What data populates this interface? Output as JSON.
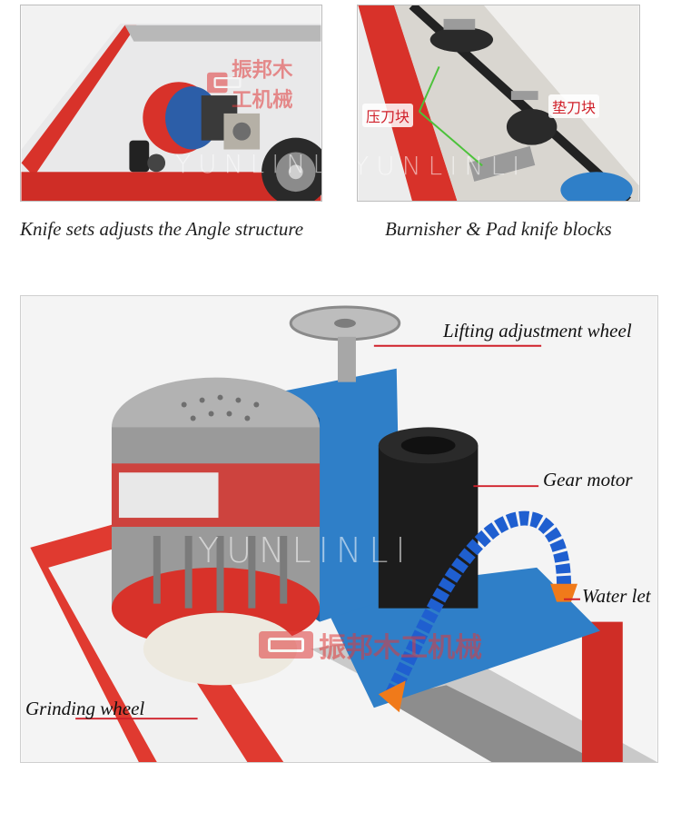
{
  "top_left": {
    "caption": "Knife sets adjusts the Angle structure"
  },
  "top_right": {
    "caption": "Burnisher & Pad knife blocks",
    "label_press_block": "压刀块",
    "label_pad_block": "垫刀块"
  },
  "main": {
    "callouts": {
      "lifting": "Lifting adjustment wheel",
      "gear_motor": "Gear motor",
      "water": "Water let",
      "grinding": "Grinding wheel"
    }
  },
  "watermark": {
    "text": "YUNLINLI",
    "brand": "振邦木工机械"
  },
  "colors": {
    "frame_red": "#d8322a",
    "machine_blue": "#2f7fc8",
    "motor_grey": "#9a9a9a",
    "hose_blue": "#1f5fd0",
    "nozzle_orange": "#f07a1a",
    "leader_red": "#d0202a",
    "leader_green": "#4cc23a"
  }
}
